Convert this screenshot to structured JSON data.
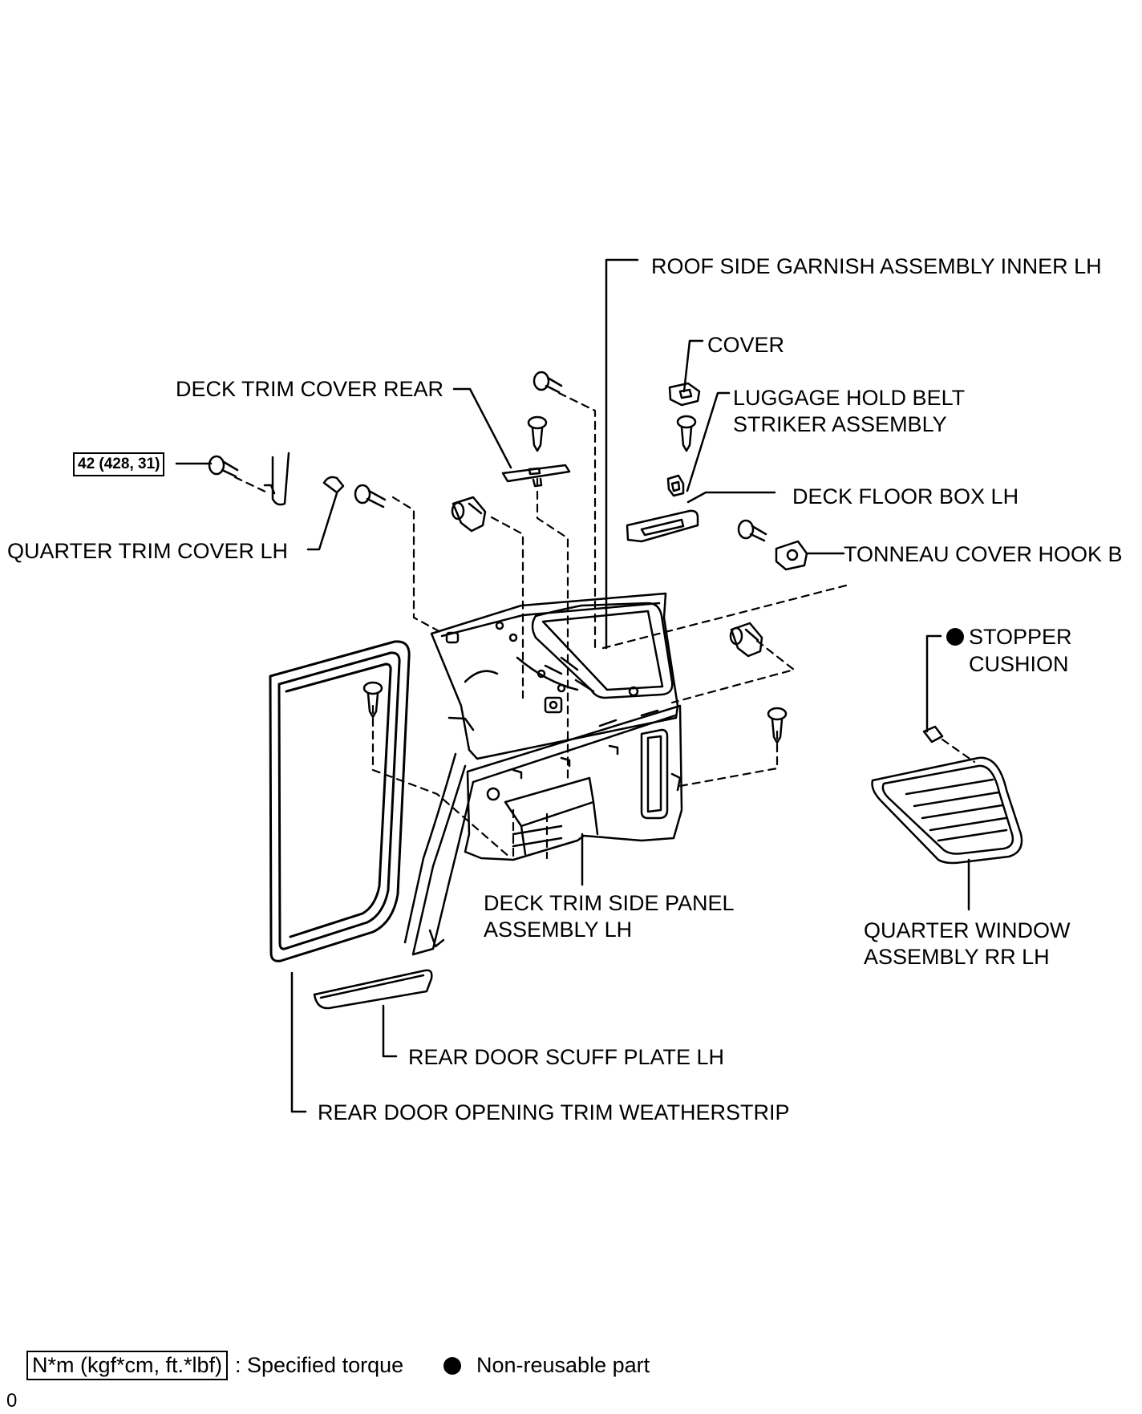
{
  "labels": {
    "roof_side_garnish": "ROOF SIDE GARNISH ASSEMBLY INNER LH",
    "cover": "COVER",
    "luggage_belt_1": "LUGGAGE HOLD BELT",
    "luggage_belt_2": "STRIKER ASSEMBLY",
    "deck_trim_cover_rear": "DECK TRIM COVER REAR",
    "deck_floor_box": "DECK FLOOR BOX LH",
    "quarter_trim_cover": "QUARTER TRIM COVER LH",
    "tonneau_cover_hook": "TONNEAU COVER HOOK B",
    "stopper_1": "STOPPER",
    "stopper_2": "CUSHION",
    "deck_trim_side_1": "DECK TRIM SIDE PANEL",
    "deck_trim_side_2": "ASSEMBLY LH",
    "quarter_window_1": "QUARTER WINDOW",
    "quarter_window_2": "ASSEMBLY RR LH",
    "rear_door_scuff": "REAR DOOR SCUFF PLATE LH",
    "rear_door_weatherstrip": "REAR DOOR OPENING TRIM WEATHERSTRIP"
  },
  "torque": "42 (428, 31)",
  "legend": {
    "unit_box": "N*m (kgf*cm, ft.*lbf)",
    "torque_text": ": Specified torque",
    "nonreusable_text": "Non-reusable part"
  },
  "corner_mark": "0"
}
